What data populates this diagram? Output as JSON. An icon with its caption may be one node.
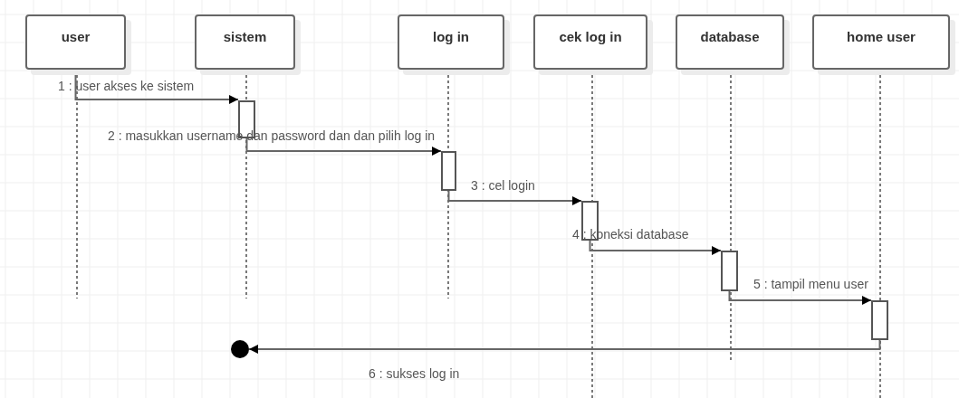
{
  "diagram": {
    "nodes": [
      {
        "text": [
          "user"
        ]
      },
      {
        "text": [
          "sistem"
        ]
      },
      {
        "text": [
          "log in"
        ]
      },
      {
        "text": [
          "cek log in"
        ]
      },
      {
        "text": [
          "database"
        ]
      },
      {
        "text": [
          "home user"
        ]
      },
      {
        "text": [],
        "shape": "bar"
      },
      {
        "text": [],
        "shape": "bar"
      },
      {
        "text": [],
        "shape": "bar"
      },
      {
        "text": [],
        "shape": "bar"
      },
      {
        "text": [],
        "shape": "bar"
      },
      {
        "text": [],
        "shape": "circle"
      }
    ],
    "edges": [
      {
        "from": 0,
        "to": 6,
        "arrow": "to",
        "label": "1 : user akses ke sistem"
      },
      {
        "from": 6,
        "to": 7,
        "arrow": "to",
        "label": "2 : masukkan username dan password dan dan pilih log in"
      },
      {
        "from": 7,
        "to": 8,
        "arrow": "to",
        "label": "3 : cel login"
      },
      {
        "from": 8,
        "to": 9,
        "arrow": "to",
        "label": "4 : koneksi database"
      },
      {
        "from": 9,
        "to": 10,
        "arrow": "to",
        "label": "5 : tampil menu user"
      },
      {
        "from": 10,
        "to": 11,
        "arrow": "to",
        "label": "6 : sukses log in"
      }
    ]
  }
}
